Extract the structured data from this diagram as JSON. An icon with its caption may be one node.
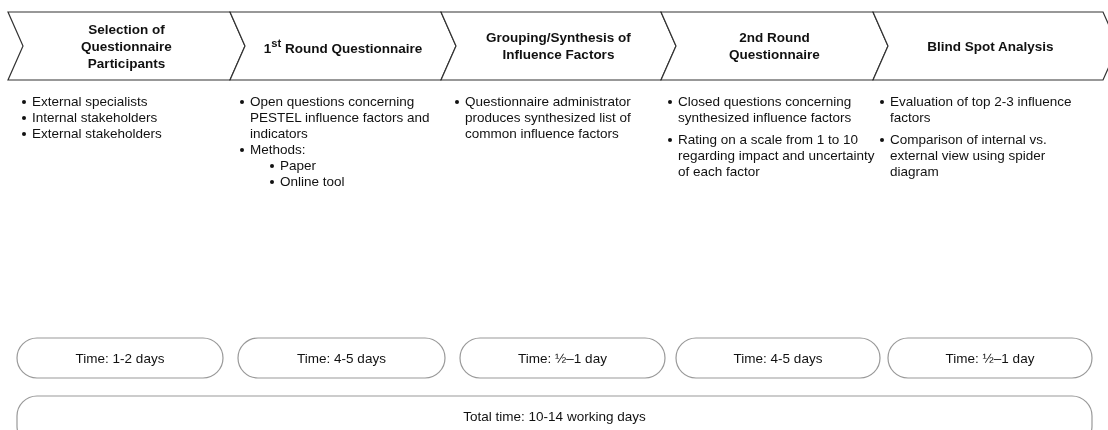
{
  "diagram": {
    "nodes": [
      {
        "text": [
          "Selection of Questionnaire Participants"
        ],
        "beside": [
          "External specialists",
          "Internal stakeholders",
          "External stakeholders"
        ]
      },
      {
        "text": [
          "1$^{st}$ Round Questionnaire"
        ],
        "beside": [
          "Open questions concerning PESTEL influence factors and indicators",
          "Methods:",
          "Paper",
          "Online tool"
        ]
      },
      {
        "text": [
          "Grouping/Synthesis of Influence Factors"
        ],
        "beside": [
          "Questionnaire administrator produces synthesized list of common influence factors"
        ]
      },
      {
        "text": [
          "2nd Round Questionnaire"
        ],
        "beside": [
          "Closed questions concerning synthesized influence factors",
          "Rating on a scale from 1 to 10 regarding impact and uncertainty of each factor"
        ]
      },
      {
        "text": [
          "Blind Spot Analysis"
        ],
        "beside": [
          "Evaluation of top 2-3 influence factors",
          "Comparison of internal vs. external view using spider diagram"
        ]
      },
      {
        "text": [
          "Time: 1-2 days"
        ]
      },
      {
        "text": [
          "Time: 4-5 days"
        ]
      },
      {
        "text": [
          "Time: ½–1 day"
        ]
      },
      {
        "text": [
          "Time: 4-5 days"
        ]
      },
      {
        "text": [
          "Time: ½–1 day"
        ]
      },
      {
        "text": [
          "Total time: 10-14 working days"
        ]
      }
    ]
  }
}
